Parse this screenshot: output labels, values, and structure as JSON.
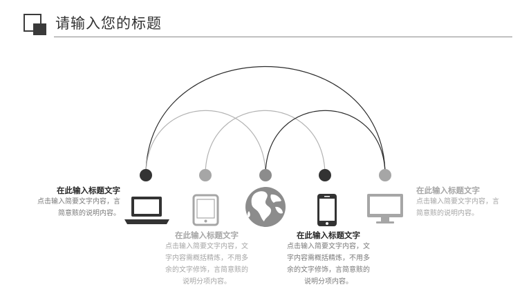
{
  "header": {
    "title": "请输入您的标题"
  },
  "blocks": [
    {
      "title": "在此输入标题文字",
      "body": "点击输入简要文字内容，言\n简意赅的说明内容。"
    },
    {
      "title": "在此输入标题文字",
      "body": "点击输入简要文字内容，文\n字内容需概括精炼，不用多\n余的文字修饰，言简意赅的\n说明分项内容。"
    },
    {
      "title": "在此输入标题文字",
      "body": "点击输入简要文字内容，文\n字内容需概括精炼，不用多\n余的文字修饰，言简意赅的\n说明分项内容。"
    },
    {
      "title": "在此输入标题文字",
      "body": "点击输入简要文字内容，言\n简意赅的说明内容。"
    }
  ],
  "icons": [
    "laptop-icon",
    "tablet-icon",
    "globe-icon",
    "smartphone-icon",
    "monitor-icon"
  ],
  "colors": {
    "dark": "#333333",
    "mid": "#8c8c8c",
    "light": "#a6a6a6",
    "arc_dark": "#2b2b2b",
    "arc_light": "#b3b3b3"
  }
}
